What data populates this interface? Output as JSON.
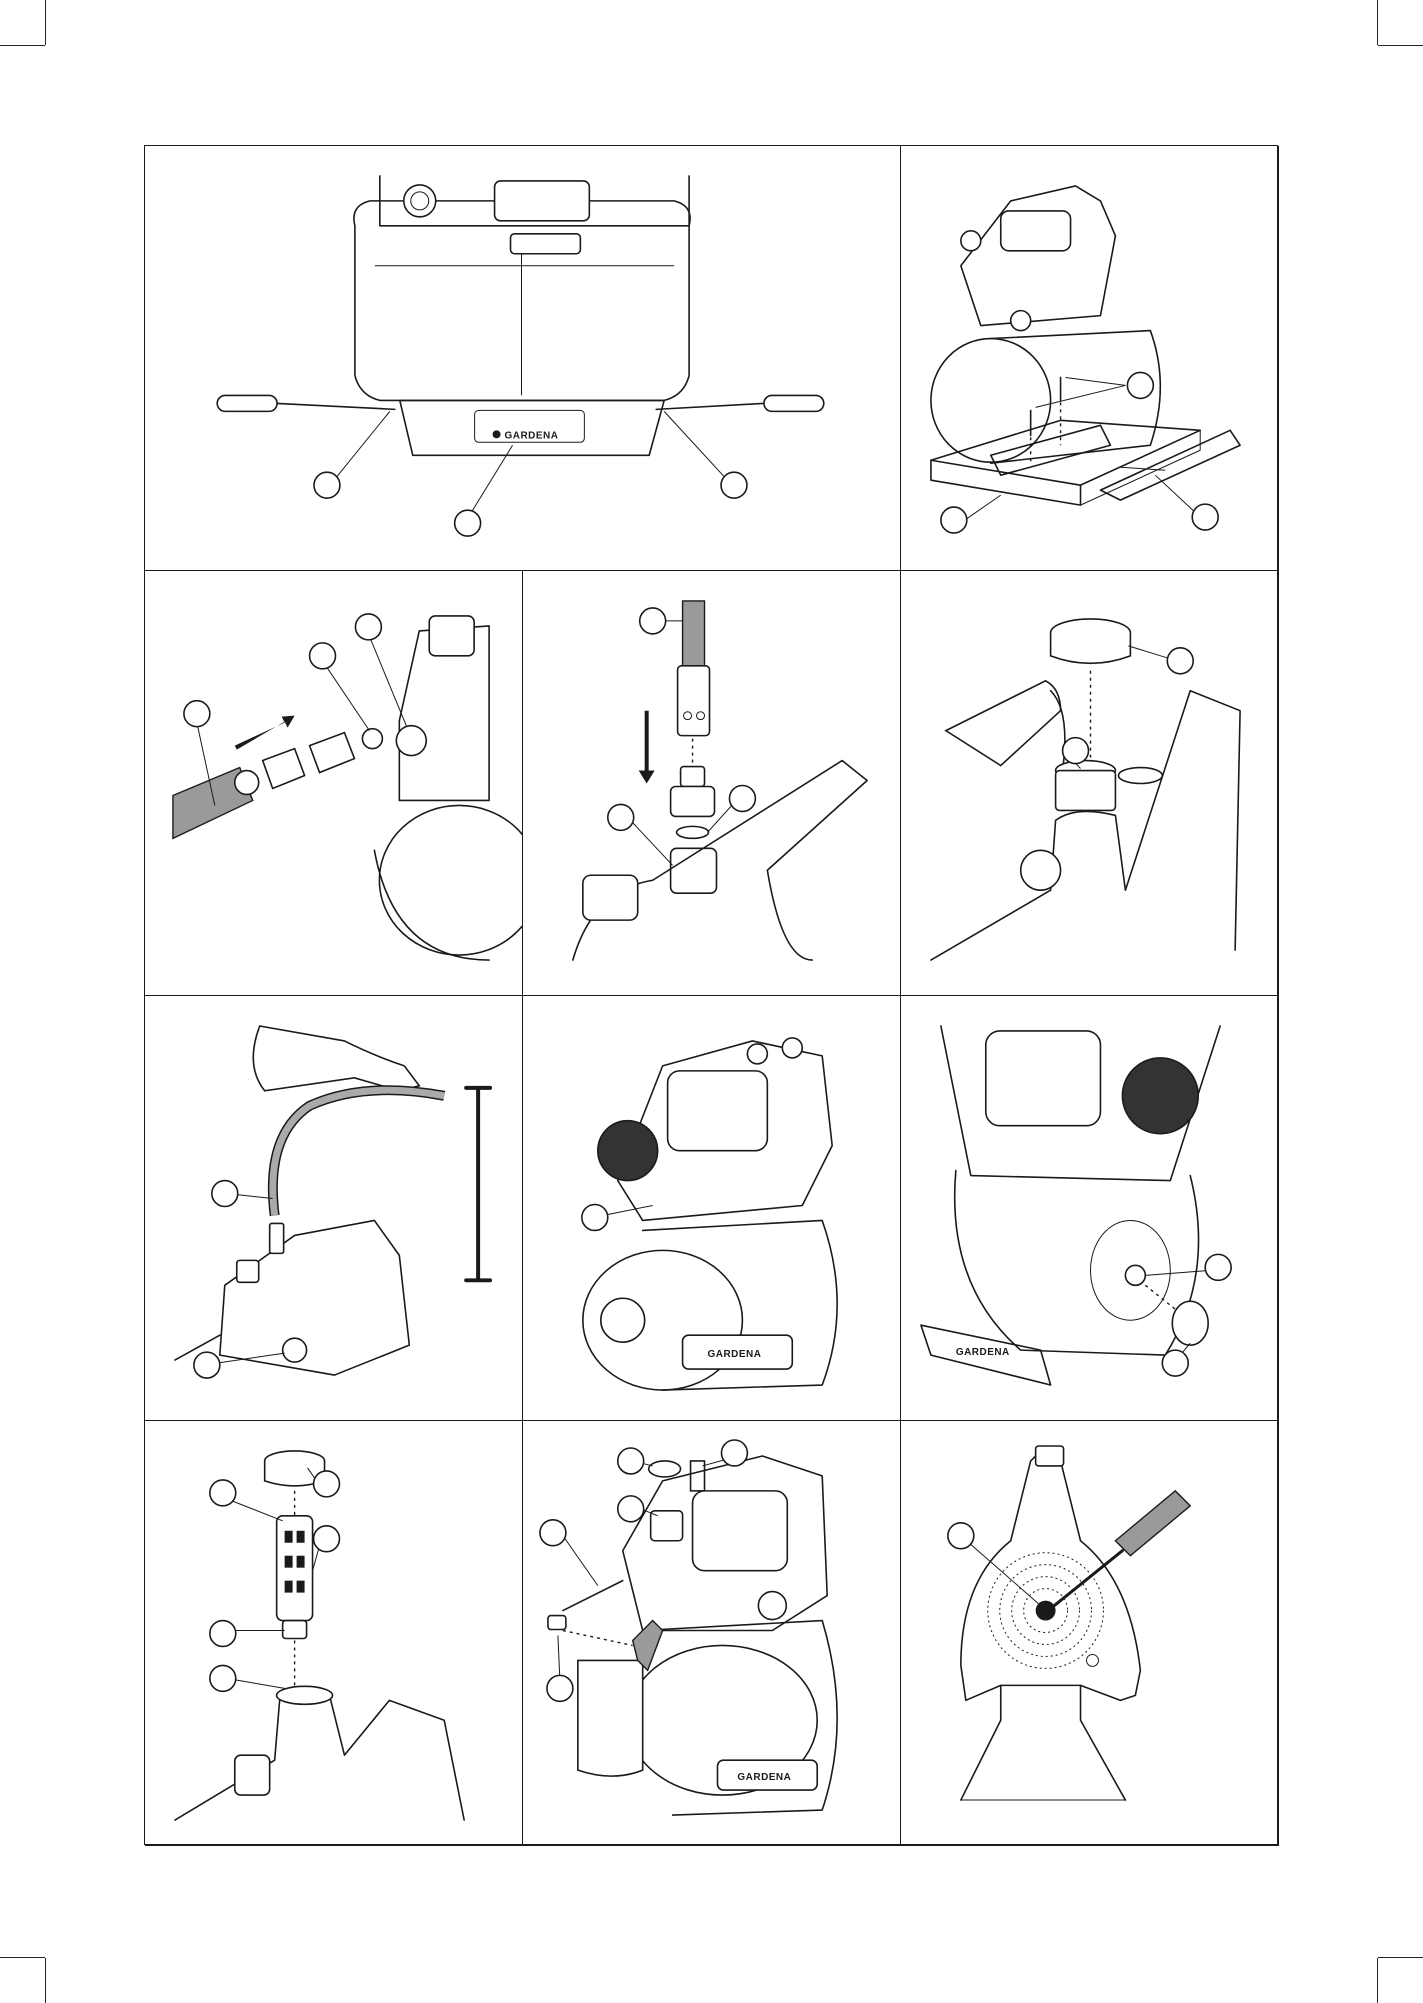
{
  "brand": {
    "logo_text": "GARDENA"
  },
  "figures": [
    {
      "id": "fig-1",
      "description_key": "mounting-top-view",
      "callouts": 3
    },
    {
      "id": "fig-2",
      "description_key": "base-mounting",
      "callouts": 3
    },
    {
      "id": "fig-3",
      "description_key": "suction-hose-connection",
      "callouts": 3
    },
    {
      "id": "fig-4",
      "description_key": "pressure-hose-connection",
      "callouts": 3
    },
    {
      "id": "fig-5",
      "description_key": "filling-pump",
      "callouts": 2
    },
    {
      "id": "fig-6",
      "description_key": "suction-height",
      "callouts": 2
    },
    {
      "id": "fig-7",
      "description_key": "switch-on",
      "callouts": 1
    },
    {
      "id": "fig-8",
      "description_key": "tank-valve",
      "callouts": 2
    },
    {
      "id": "fig-9",
      "description_key": "filter-cleaning",
      "callouts": 5
    },
    {
      "id": "fig-10",
      "description_key": "draining",
      "callouts": 5
    },
    {
      "id": "fig-11",
      "description_key": "motor-freeing",
      "callouts": 1
    }
  ]
}
